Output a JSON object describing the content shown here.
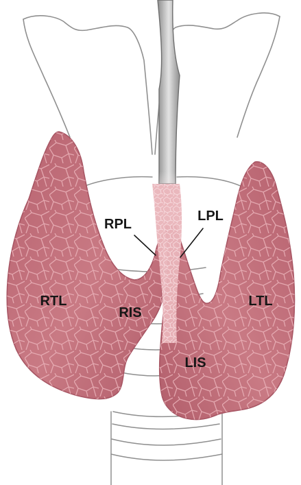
{
  "labels": {
    "rpl": "RPL",
    "lpl": "LPL",
    "rtl": "RTL",
    "ris": "RIS",
    "ltl": "LTL",
    "lis": "LIS"
  },
  "colors": {
    "background": "#ffffff",
    "outline": "#8f8f8f",
    "lobe_fill": "#c4737d",
    "lobe_edge": "#a85664",
    "lobule_lines": "#e9aeb5",
    "isthmus_fill": "#e9b4b9",
    "trachea_fill": "#bdbdbd",
    "label_text": "#161616"
  }
}
